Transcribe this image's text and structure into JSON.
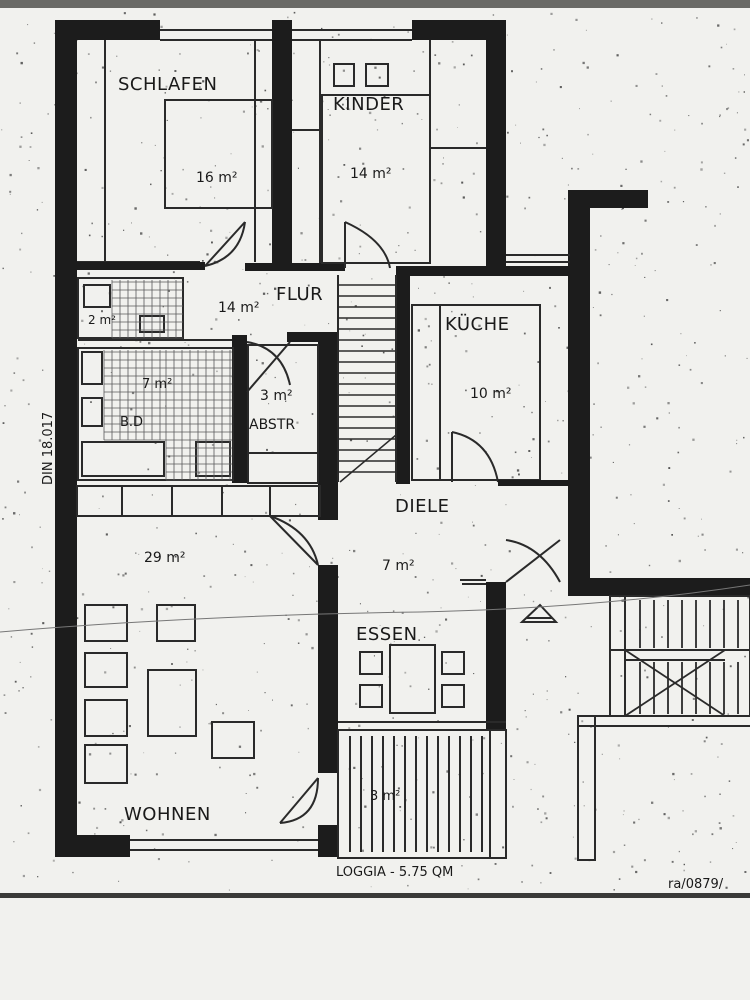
{
  "rooms": {
    "schlafen": {
      "name": "SCHLAFEN",
      "area": "16 m²"
    },
    "kinder": {
      "name": "KINDER",
      "area": "14 m²"
    },
    "flur": {
      "name": "FLUR",
      "area": "14 m²"
    },
    "kueche": {
      "name": "KÜCHE",
      "area": "10 m²"
    },
    "wc": {
      "area": "2 m²"
    },
    "bad": {
      "name": "B.D",
      "area": "7 m²"
    },
    "abstr": {
      "name": "ABSTR",
      "area": "3 m²"
    },
    "diele": {
      "name": "DIELE",
      "area": "7 m²"
    },
    "wohnen": {
      "name": "WOHNEN",
      "area": "29 m²"
    },
    "essen": {
      "name": "ESSEN"
    },
    "loggia": {
      "name": "LOGGIA - 5.75 QM",
      "area": "3 m²"
    }
  },
  "annotations": {
    "norm": "DIN 18.017",
    "reference": "ra/0879/"
  },
  "colors": {
    "wall": "#1c1c1c",
    "line": "#2a2a2a",
    "paper": "#f1f1ee"
  }
}
